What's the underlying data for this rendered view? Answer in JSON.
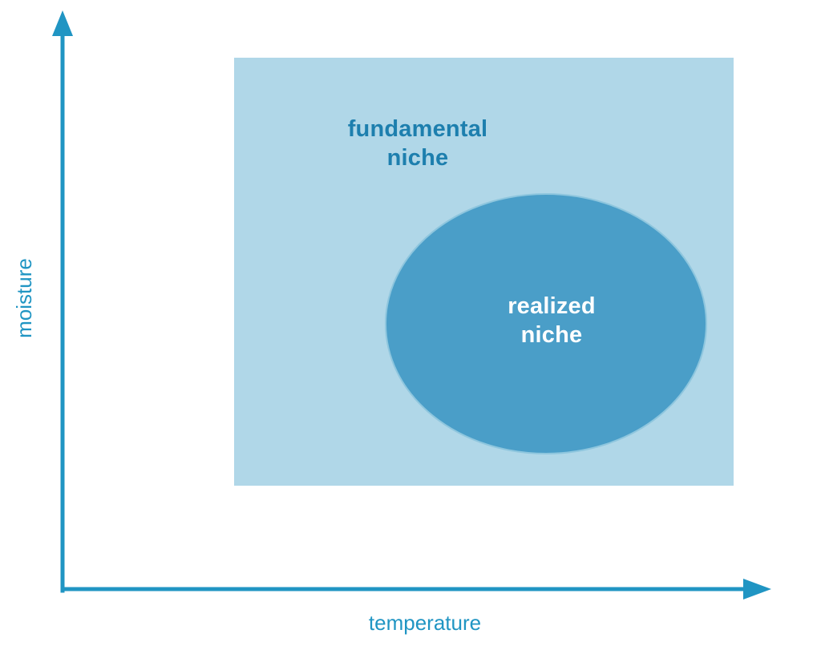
{
  "diagram": {
    "x_axis_label": "temperature",
    "y_axis_label": "moisture",
    "fundamental_niche": {
      "label_line1": "fundamental",
      "label_line2": "niche"
    },
    "realized_niche": {
      "label_line1": "realized",
      "label_line2": "niche"
    }
  },
  "colors": {
    "axis": "#2095c3",
    "axis_label_text": "#2095c3",
    "fundamental_niche_fill": "#b0d7e8",
    "fundamental_niche_label_text": "#1d7fae",
    "realized_niche_fill": "#4a9ec8",
    "realized_niche_border": "#8ec6de",
    "realized_niche_label_text": "#ffffff",
    "background": "#ffffff"
  }
}
